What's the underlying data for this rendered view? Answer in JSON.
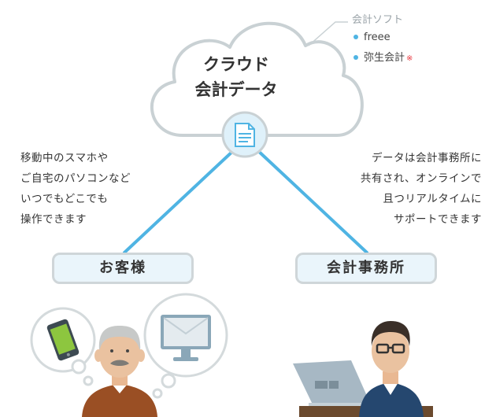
{
  "cloud": {
    "title_line1": "クラウド",
    "title_line2": "会計データ"
  },
  "software": {
    "heading": "会計ソフト",
    "items": [
      {
        "label": "freee",
        "mark": ""
      },
      {
        "label": "弥生会計",
        "mark": "※"
      }
    ]
  },
  "customer": {
    "label": "お客様",
    "description": [
      "移動中のスマホや",
      "ご自宅のパソコンなど",
      "いつでもどこでも",
      "操作できます"
    ]
  },
  "firm": {
    "label": "会計事務所",
    "description": [
      "データは会計事務所に",
      "共有され、オンラインで",
      "且つリアルタイムに",
      "サポートできます"
    ]
  },
  "colors": {
    "cloud_stroke": "#c9d1d4",
    "connector": "#4fb4e3",
    "box_fill": "#eaf5fb",
    "box_stroke": "#cfd6d9",
    "icon_circle": "#dff1fa"
  }
}
